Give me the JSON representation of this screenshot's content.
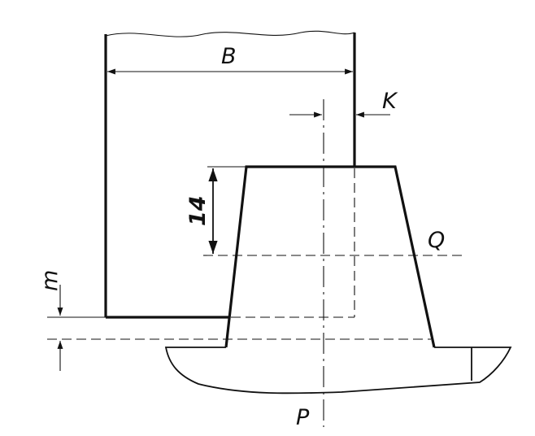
{
  "labels": {
    "B": "B",
    "K": "K",
    "fourteen": "14",
    "Q": "Q",
    "m": "m",
    "P": "P"
  }
}
